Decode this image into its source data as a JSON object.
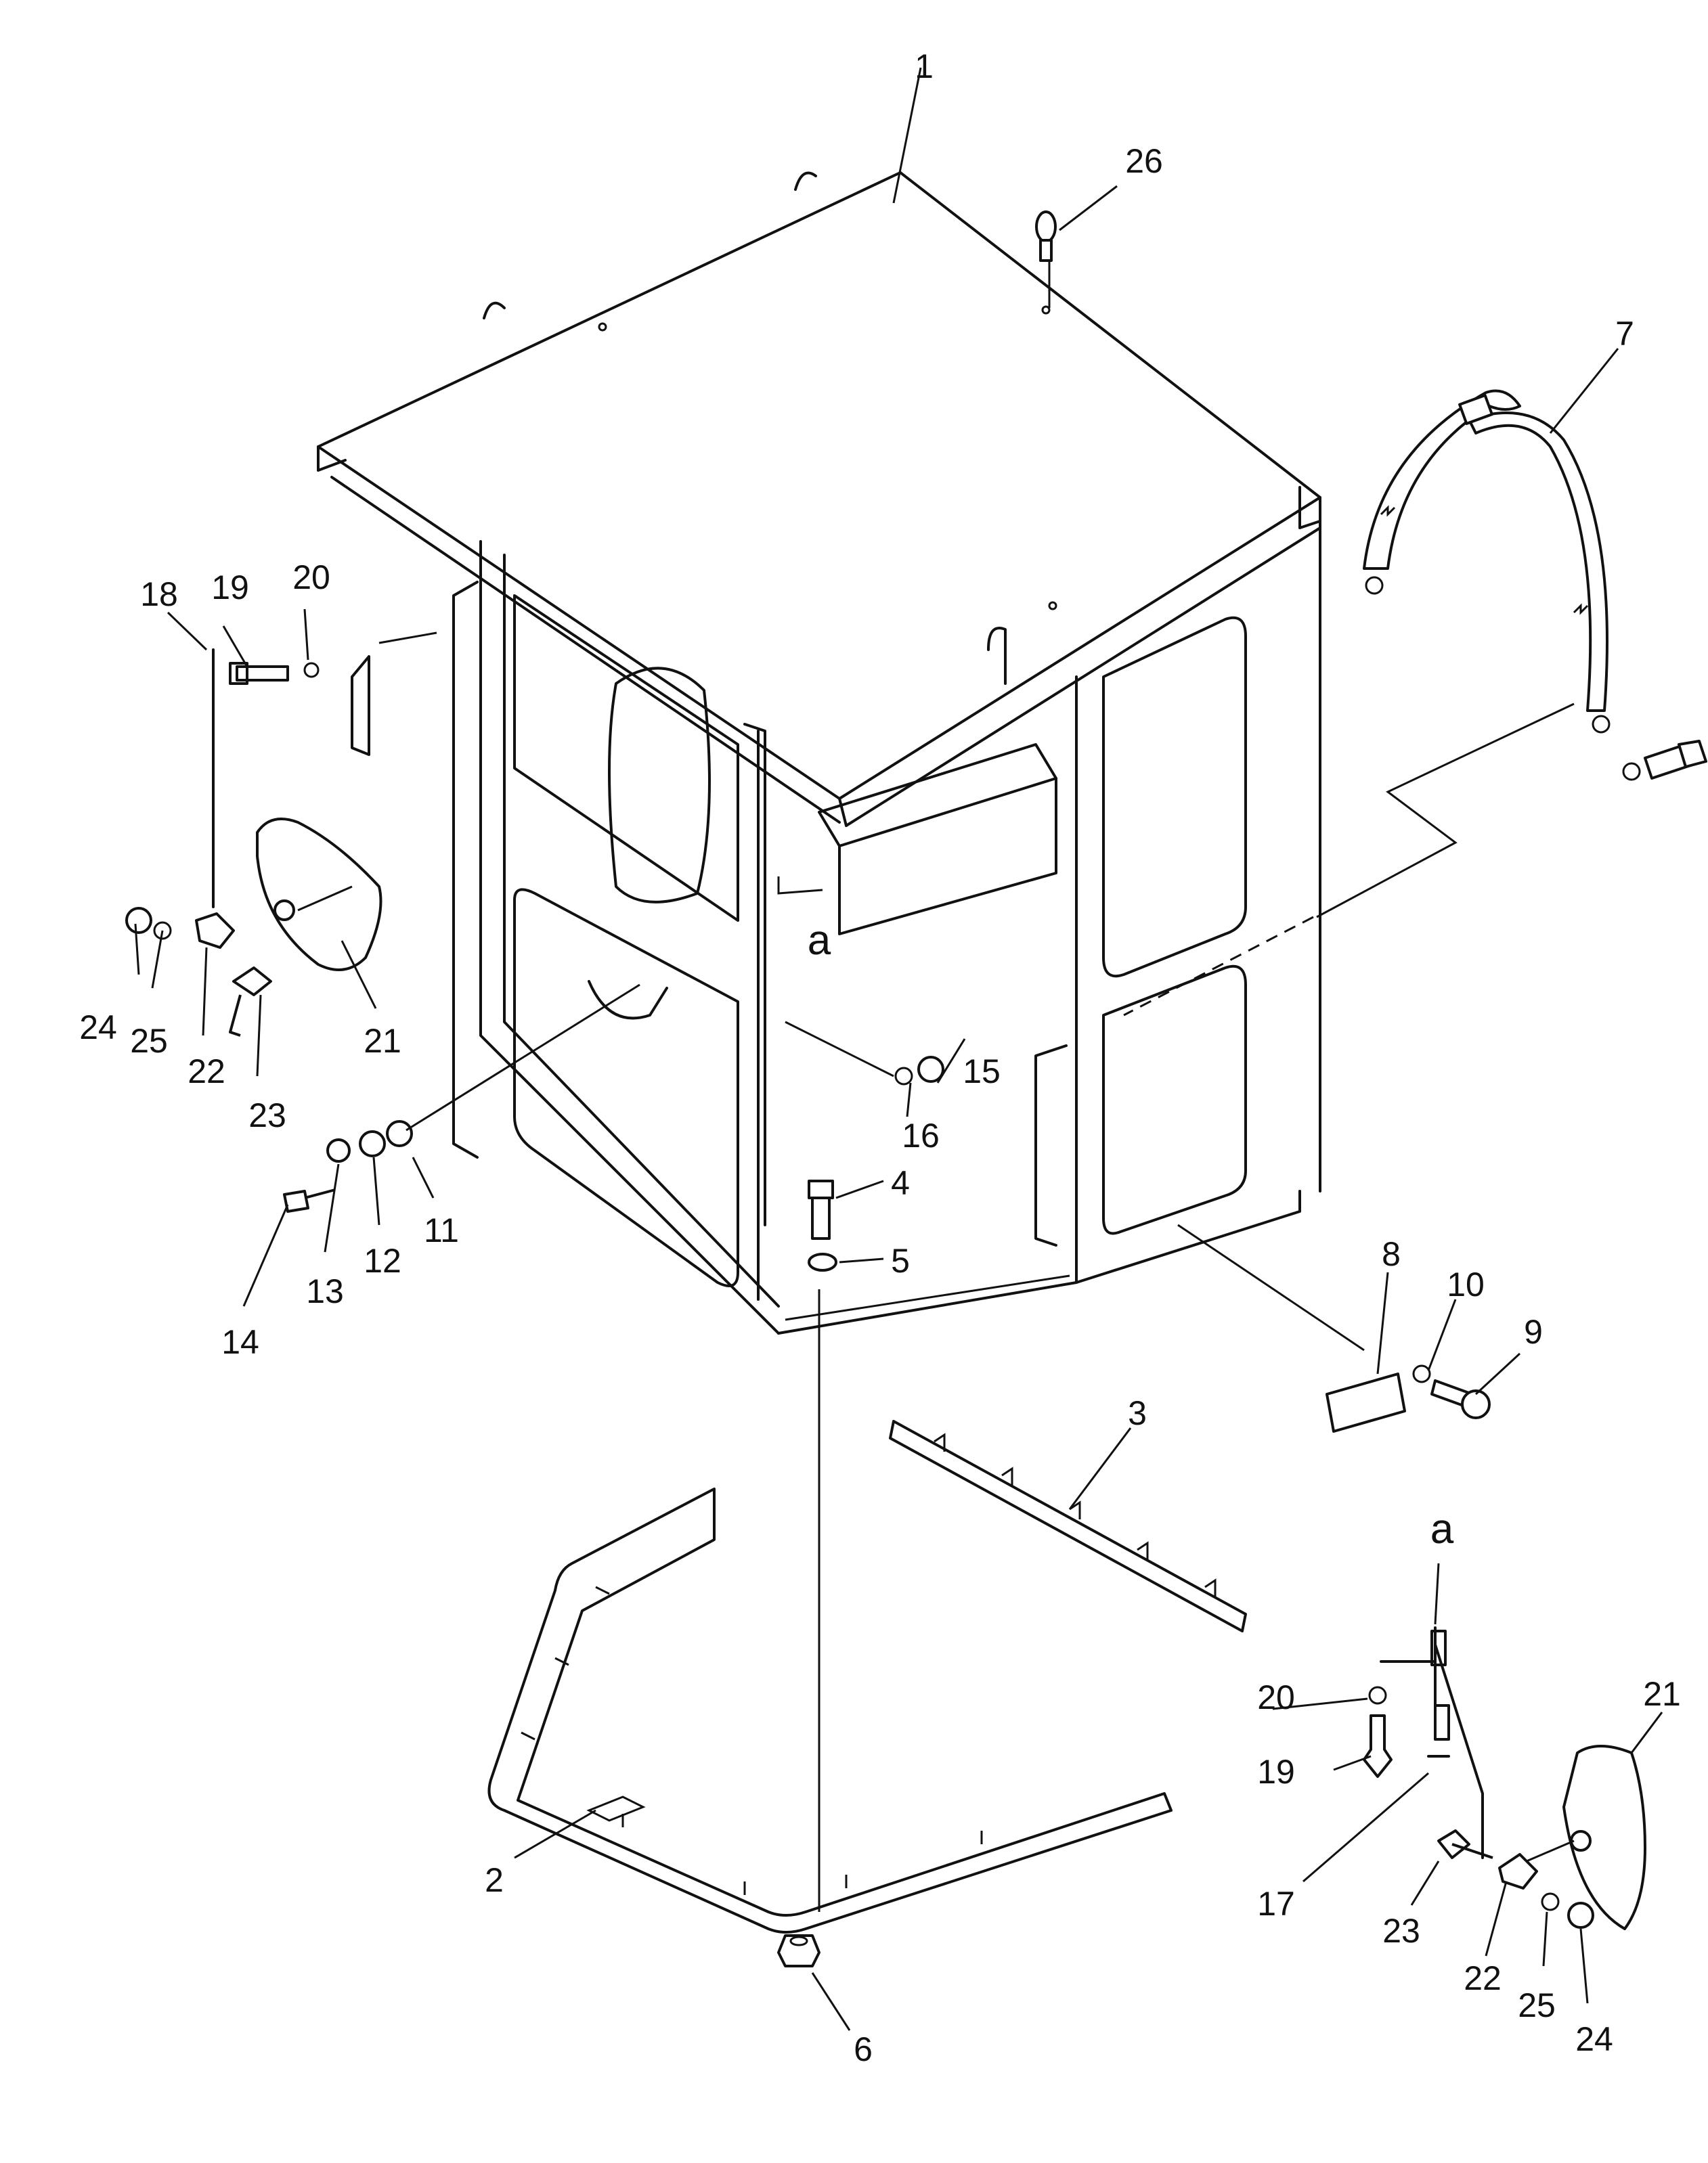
{
  "callouts": [
    "1",
    "2",
    "3",
    "4",
    "5",
    "6",
    "7",
    "8",
    "9",
    "10",
    "11",
    "12",
    "13",
    "14",
    "15",
    "16",
    "17",
    "18",
    "19",
    "20",
    "21",
    "22",
    "23",
    "24",
    "25",
    "26"
  ],
  "reference_mark": "a"
}
